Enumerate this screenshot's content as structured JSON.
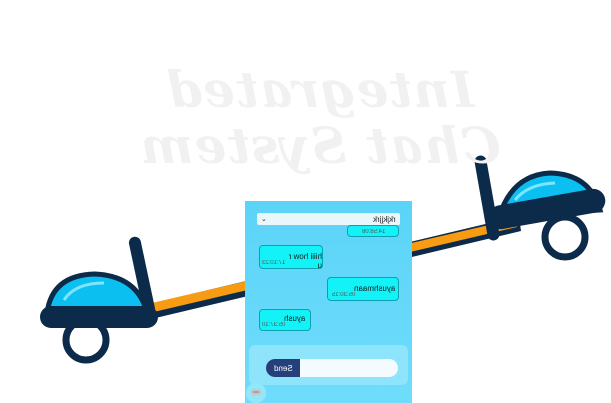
{
  "title": "Integrated Chat System",
  "chat": {
    "header_name": "rkjkjjrk",
    "messages": [
      {
        "text": "",
        "time": "14:58:08"
      },
      {
        "text": "hiiii how r u",
        "time": "17:10:23"
      },
      {
        "text": "ayushmaan",
        "time": "05:30:15"
      },
      {
        "text": "ayush",
        "time": "05:37:10"
      }
    ],
    "send_label": "Send"
  },
  "icons": {
    "chat": "chat-bubble-icon",
    "chevron": "chevron-down-icon"
  },
  "colors": {
    "panel": "#6fdcfb",
    "message": "#13f3f7",
    "send_button": "#253f7a",
    "seesaw_seat": "#0bbff0",
    "seesaw_frame": "#0c2a4a",
    "seesaw_beam": "#f79b12"
  }
}
